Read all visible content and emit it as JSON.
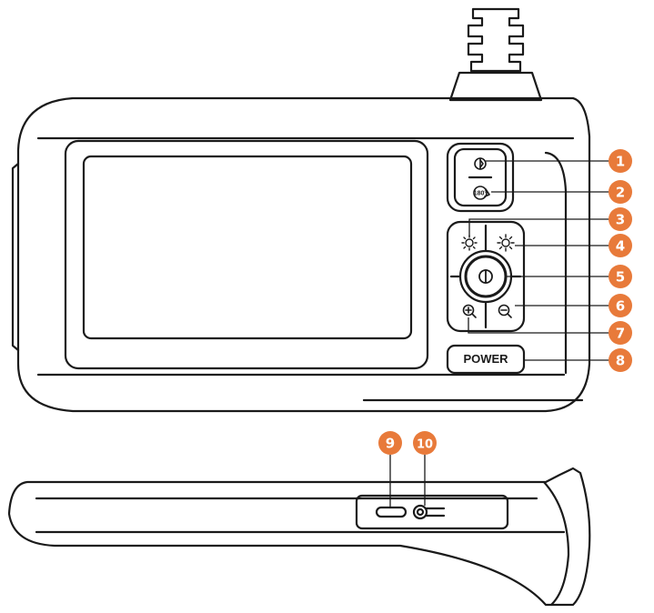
{
  "callout_color": "#e87a3a",
  "outline_color": "#1a1a1a",
  "buttons": {
    "power_label": "POWER",
    "rotate_label": "180°"
  },
  "icons": [
    "snapshot-icon",
    "rotate-180-icon",
    "brightness-down-icon",
    "brightness-up-icon",
    "capture-icon",
    "zoom-out-icon",
    "zoom-in-icon",
    "usb-c-port-icon",
    "headphone-jack-icon"
  ],
  "callouts": [
    {
      "label": "1"
    },
    {
      "label": "2"
    },
    {
      "label": "3"
    },
    {
      "label": "4"
    },
    {
      "label": "5"
    },
    {
      "label": "6"
    },
    {
      "label": "7"
    },
    {
      "label": "8"
    },
    {
      "label": "9"
    },
    {
      "label": "10"
    }
  ]
}
